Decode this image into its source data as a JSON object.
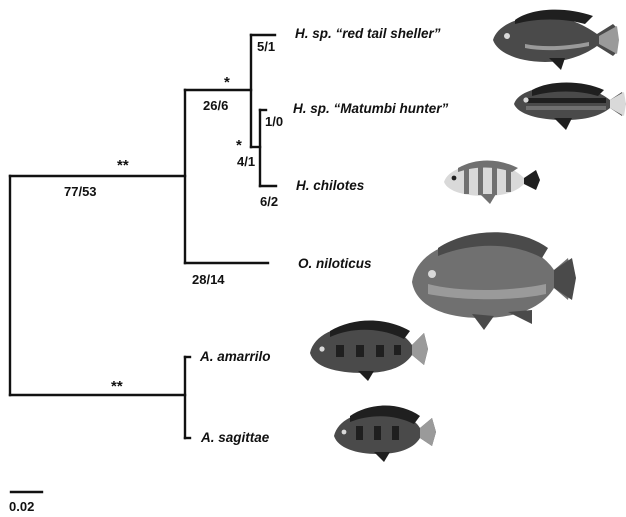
{
  "tree": {
    "taxa": [
      {
        "name": "H. sp. “red tail sheller”",
        "icon": "fish-red-tail-sheller-icon"
      },
      {
        "name": "H. sp. “Matumbi hunter”",
        "icon": "fish-matumbi-hunter-icon"
      },
      {
        "name": "H. chilotes",
        "icon": "fish-chilotes-icon"
      },
      {
        "name": "O. niloticus",
        "icon": "fish-niloticus-icon"
      },
      {
        "name": "A. amarrilo",
        "icon": "fish-amarrilo-icon"
      },
      {
        "name": "A. sagittae",
        "icon": "fish-sagittae-icon"
      }
    ],
    "support_values": {
      "root_upper": "77/53",
      "haplochromine_clade": "26/6",
      "red_tail_sheller": "5/1",
      "matumbi_chilotes_clade": "4/1",
      "matumbi_hunter": "1/0",
      "chilotes": "6/2",
      "niloticus": "28/14"
    },
    "asterisks": {
      "root_upper": "**",
      "haplochromine_clade": "*",
      "matumbi_chilotes_clade": "*",
      "root_lower": "**"
    }
  },
  "scale_bar": {
    "label": "0.02"
  }
}
